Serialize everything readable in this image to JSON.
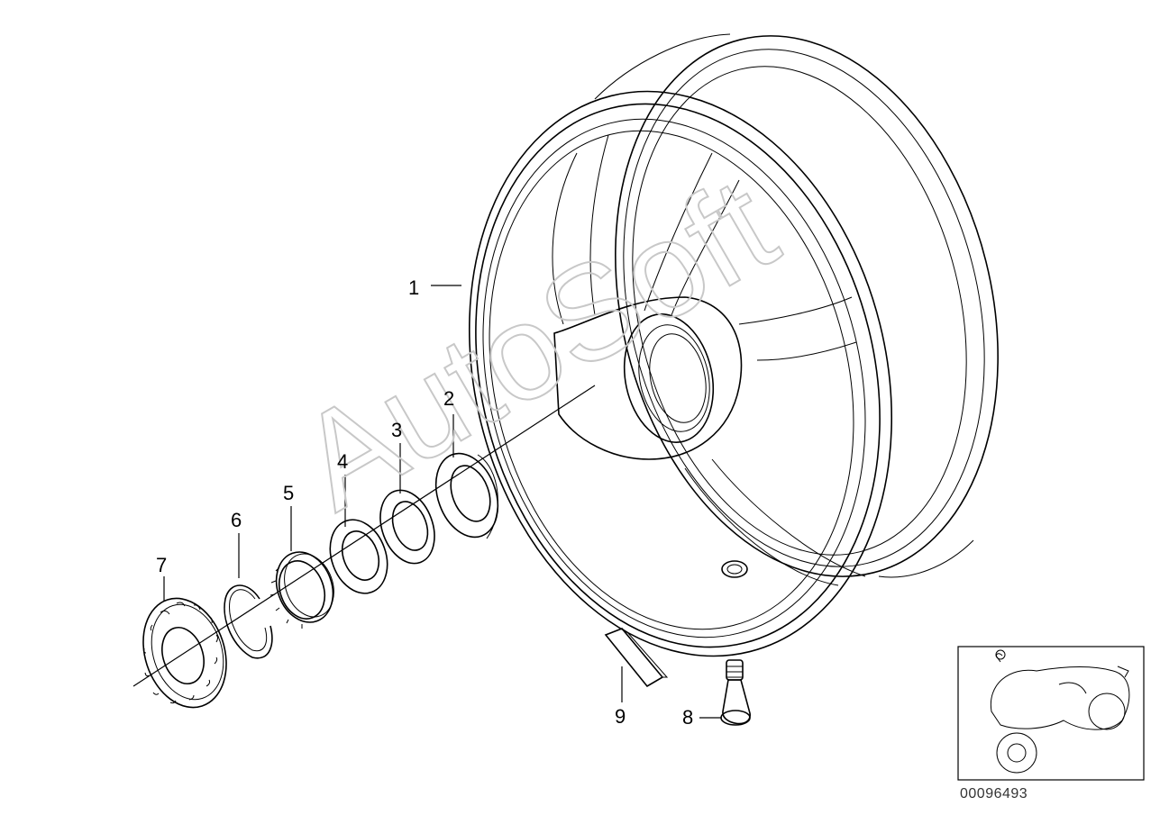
{
  "diagram": {
    "callouts": [
      {
        "id": "1",
        "label": "1"
      },
      {
        "id": "2",
        "label": "2"
      },
      {
        "id": "3",
        "label": "3"
      },
      {
        "id": "4",
        "label": "4"
      },
      {
        "id": "5",
        "label": "5"
      },
      {
        "id": "6",
        "label": "6"
      },
      {
        "id": "7",
        "label": "7"
      },
      {
        "id": "8",
        "label": "8"
      },
      {
        "id": "9",
        "label": "9"
      }
    ],
    "watermark": "AutoSoft",
    "part_number": "00096493"
  }
}
